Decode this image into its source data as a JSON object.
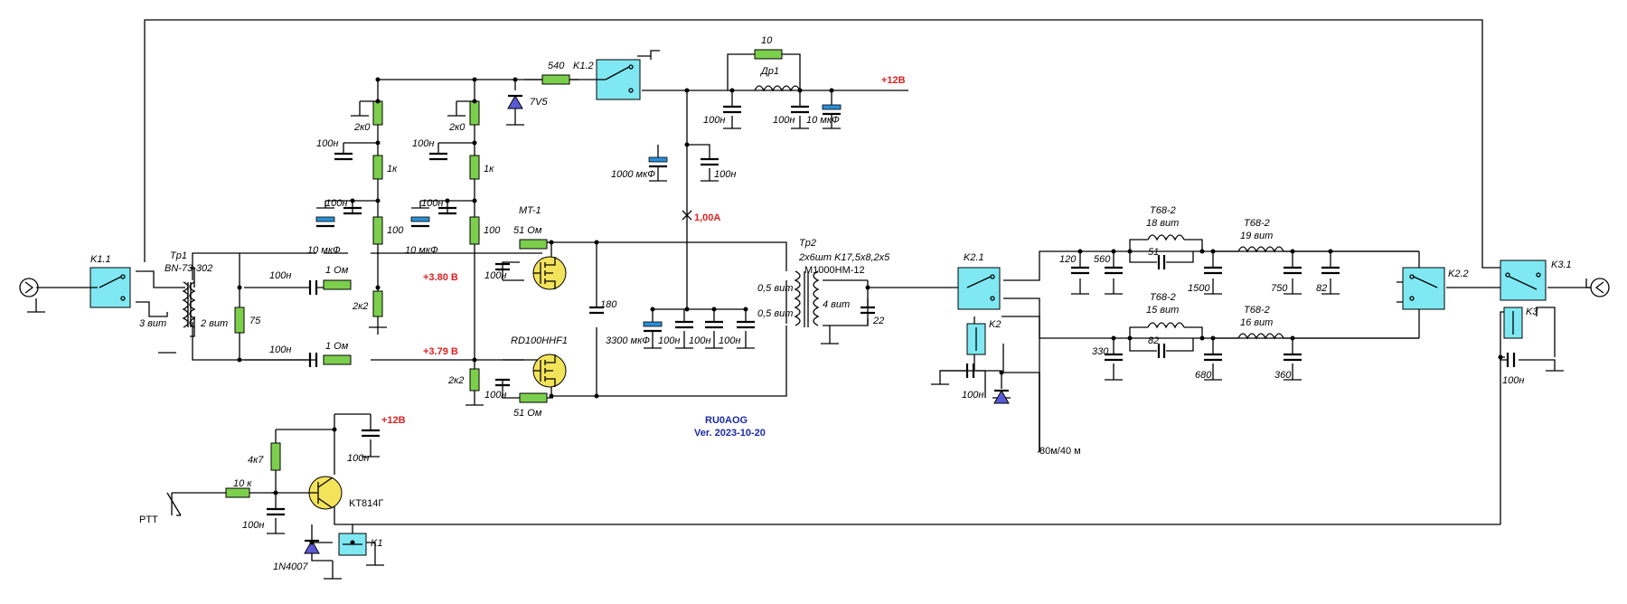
{
  "title": {
    "callsign": "RU0AOG",
    "version": "Ver. 2023-10-20"
  },
  "relays": {
    "k11": "K1.1",
    "k12": "K1.2",
    "k21": "K2.1",
    "k22": "K2.2",
    "k31": "K3.1",
    "k1": "K1",
    "k2": "K2",
    "k3": "K3"
  },
  "transformers": {
    "tp1": "Tp1",
    "tp1_core": "BN-73-302",
    "tp1_prim": "3 вит",
    "tp1_sec": "2 вит",
    "tp2": "Tp2",
    "tp2_core": "2x6шт K17,5x8,2x5",
    "tp2_mat": "M1000HM-12",
    "tp2_p1": "0,5 вит",
    "tp2_p2": "0,5 вит",
    "tp2_sec": "4 вит"
  },
  "transistors": {
    "mt1": "MT-1",
    "rd": "RD100HHF1",
    "kt": "KT814Г"
  },
  "voltages": {
    "v1": "+3.80 В",
    "v2": "+3.79 В",
    "p12_top": "+12В",
    "p12_bot": "+12В",
    "current": "1,00A"
  },
  "resistors": {
    "r540": "540",
    "r10": "10",
    "r2k0a": "2к0",
    "r2k0b": "2к0",
    "r1ka": "1к",
    "r1kb": "1к",
    "r100a": "100",
    "r100b": "100",
    "r2k2a": "2к2",
    "r2k2b": "2к2",
    "r75": "75",
    "r1ohm_a": "1 Ом",
    "r1ohm_b": "1 Ом",
    "r51a": "51 Ом",
    "r51b": "51 Ом",
    "r4k7": "4к7",
    "r10k": "10 к"
  },
  "capacitors": {
    "c100n": "100н",
    "c10u": "10 мкФ",
    "c1000u": "1000 мкФ",
    "c3300u": "3300 мкФ",
    "c180": "180",
    "c22": "22",
    "c120": "120",
    "c560": "560",
    "c51": "51",
    "c1500": "1500",
    "c750": "750",
    "c82a": "82",
    "c330": "330",
    "c82b": "82",
    "c680": "680",
    "c360": "360"
  },
  "inductors": {
    "dr1": "Дp1",
    "l1": "T68-2",
    "l1t": "18 вит",
    "l2": "T68-2",
    "l2t": "19 вит",
    "l3": "T68-2",
    "l3t": "15 вит",
    "l4": "T68-2",
    "l4t": "16 вит"
  },
  "diodes": {
    "d7v5": "7V5",
    "d1n": "1N4007"
  },
  "labels": {
    "ptt": "PTT",
    "band": "80м/40 м"
  }
}
